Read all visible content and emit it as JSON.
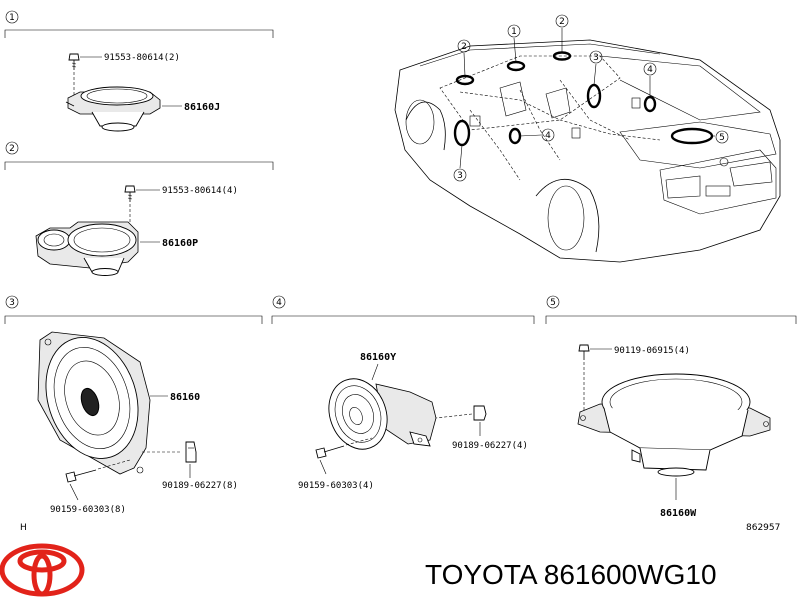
{
  "section_markers": [
    "1",
    "2",
    "3",
    "4",
    "5"
  ],
  "car_callouts": [
    "2",
    "1",
    "2",
    "3",
    "4",
    "4",
    "5",
    "3"
  ],
  "panels": {
    "p1": {
      "screw": "91553-80614(2)",
      "part": "86160J"
    },
    "p2": {
      "screw": "91553-80614(4)",
      "part": "86160P"
    },
    "p3": {
      "part": "86160",
      "clip": "90189-06227(8)",
      "bolt": "90159-60303(8)",
      "corner": "H"
    },
    "p4": {
      "part": "86160Y",
      "clip": "90189-06227(4)",
      "bolt": "90159-60303(4)"
    },
    "p5": {
      "screw": "90119-06915(4)",
      "part": "86160W",
      "ref": "862957"
    }
  },
  "footer": {
    "brand_part": "TOYOTA 861600WG10"
  },
  "colors": {
    "logo_red": "#e2231a",
    "line": "#000000"
  }
}
